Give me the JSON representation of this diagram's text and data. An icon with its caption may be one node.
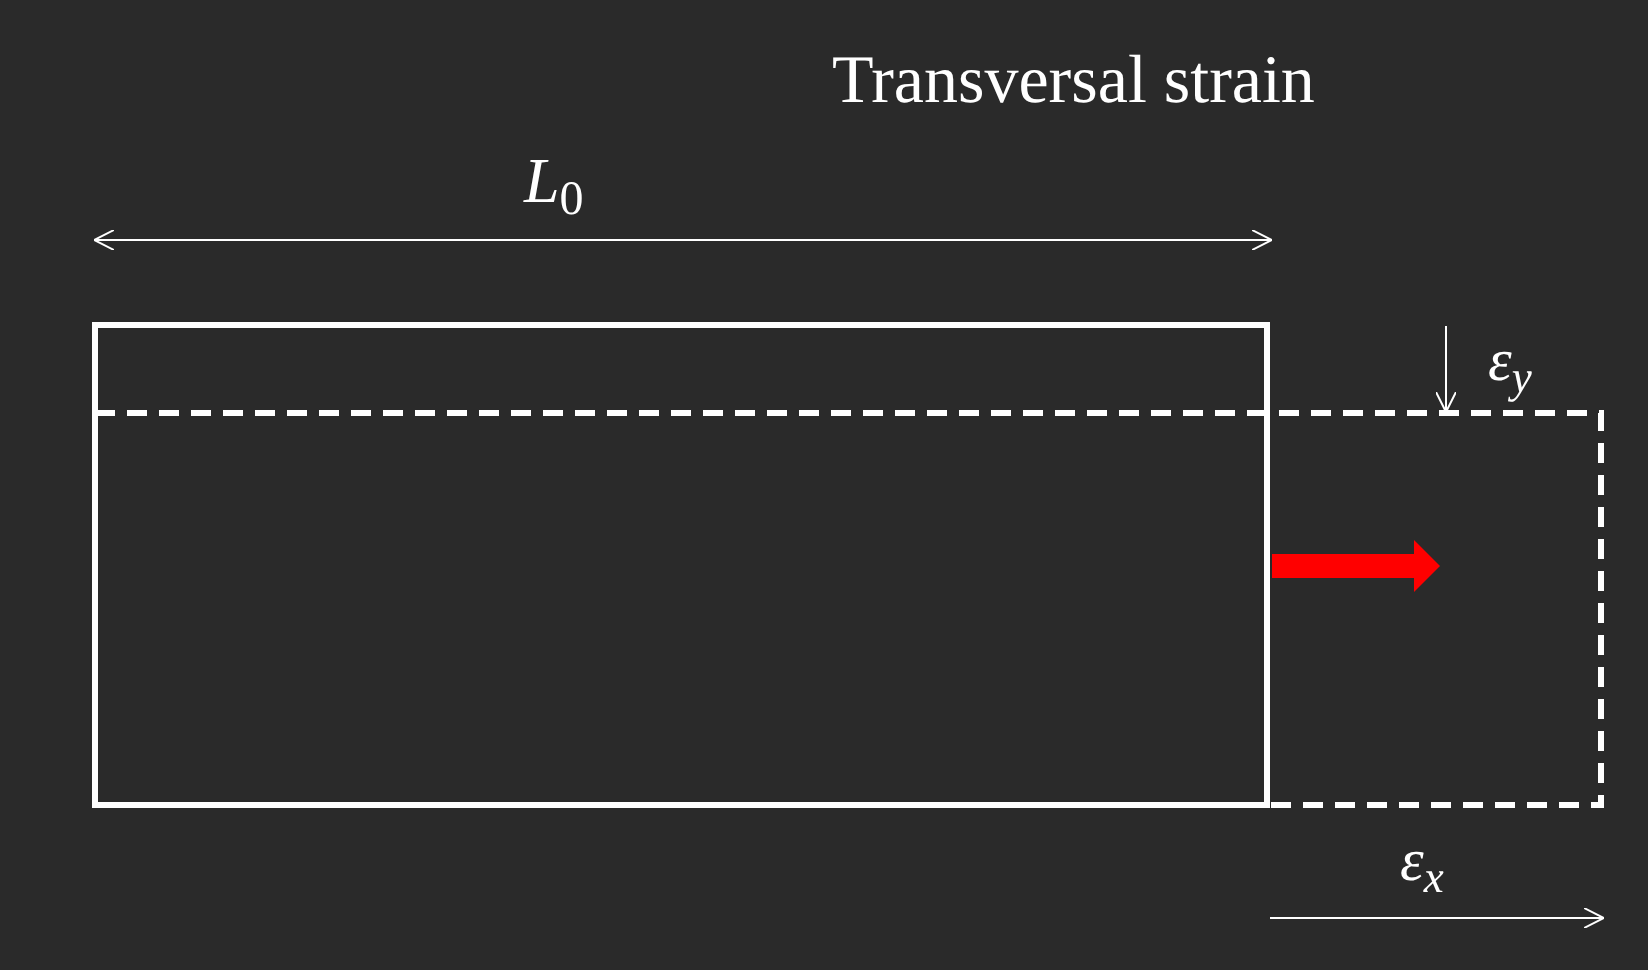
{
  "diagram": {
    "title": "Transversal strain",
    "nodes": [
      {
        "text": [],
        "shape": "box"
      },
      {
        "text": [],
        "shape": "box"
      }
    ],
    "labels": [
      "*L*$_{0}$",
      "ε$_{y}$",
      "ε$_{x}$"
    ]
  }
}
